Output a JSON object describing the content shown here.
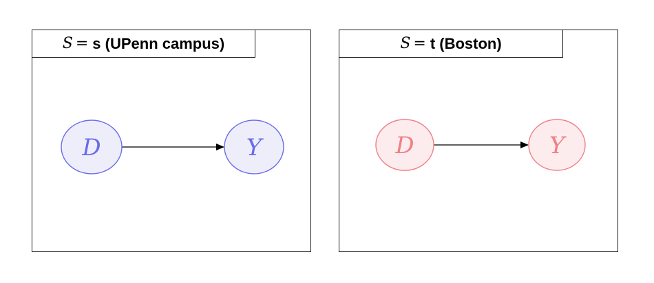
{
  "panels": [
    {
      "title_var": "S",
      "title_eq": "=",
      "title_text": "s (UPenn campus)",
      "nodes": [
        {
          "label": "D"
        },
        {
          "label": "Y"
        }
      ],
      "stroke_color": "#6b6bea",
      "fill_color": "#eeeefb"
    },
    {
      "title_var": "S",
      "title_eq": "=",
      "title_text": "t (Boston)",
      "nodes": [
        {
          "label": "D"
        },
        {
          "label": "Y"
        }
      ],
      "stroke_color": "#f07f86",
      "fill_color": "#fdecee"
    }
  ]
}
